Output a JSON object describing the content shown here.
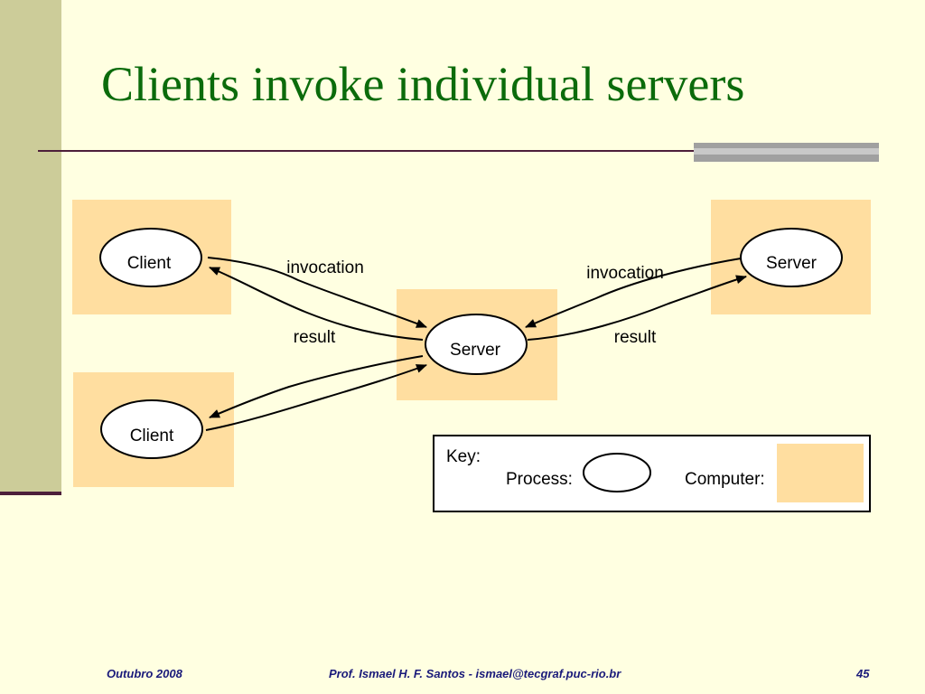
{
  "slide": {
    "title": "Clients invoke individual servers"
  },
  "diagram": {
    "nodes": {
      "client_top": "Client",
      "client_bottom": "Client",
      "server_middle": "Server",
      "server_right": "Server"
    },
    "edge_labels": {
      "left_invocation": "invocation",
      "left_result": "result",
      "right_invocation": "invocation",
      "right_result": "result"
    },
    "key": {
      "title": "Key:",
      "process_label": "Process:",
      "computer_label": "Computer:"
    },
    "colors": {
      "computer_fill": "#FFDEA0",
      "process_fill": "#FFFFFF",
      "title_color": "#0B6B0B"
    }
  },
  "footer": {
    "date": "Outubro 2008",
    "author": "Prof. Ismael H. F. Santos -  ismael@tecgraf.puc-rio.br",
    "page_number": "45"
  }
}
